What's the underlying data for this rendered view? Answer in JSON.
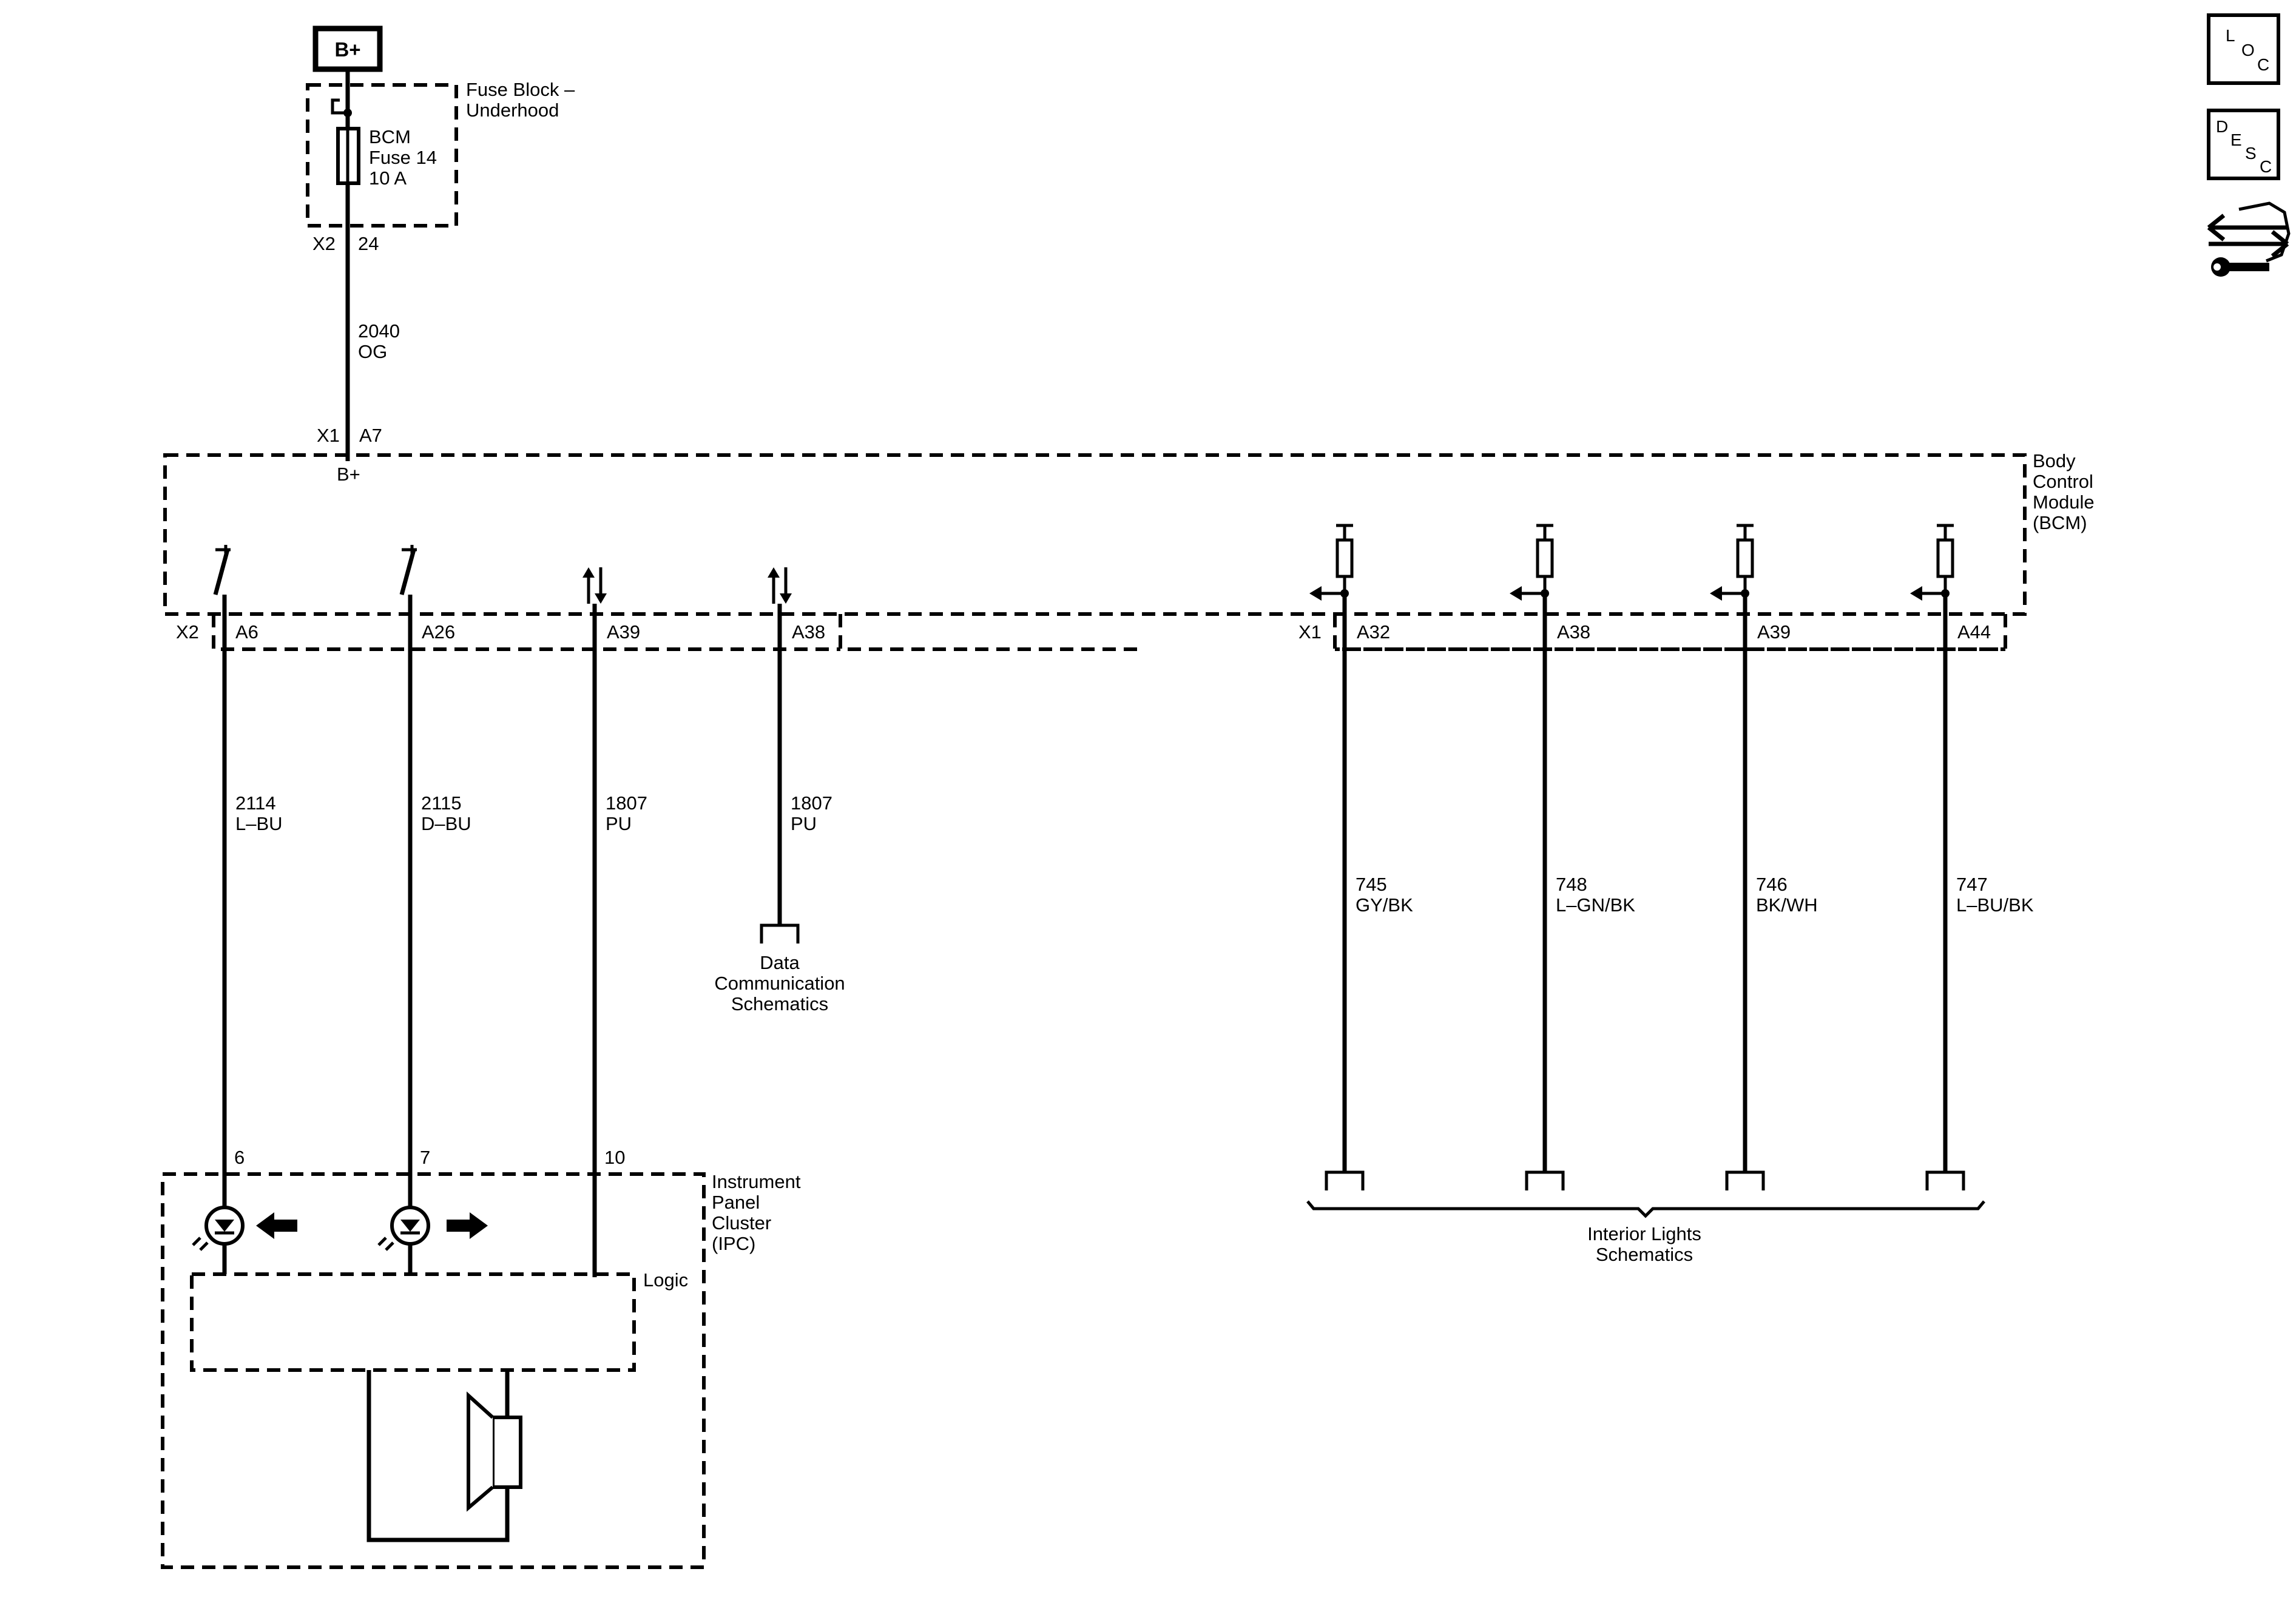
{
  "nav_icons": {
    "loc": {
      "l1": "L",
      "l2": "O",
      "l3": "C"
    },
    "desc": {
      "l1": "D",
      "l2": "E",
      "l3": "S",
      "l4": "C"
    }
  },
  "source": {
    "label": "B+"
  },
  "fuse_block": {
    "title_1": "Fuse Block –",
    "title_2": "Underhood",
    "fuse_1": "BCM",
    "fuse_2": "Fuse 14",
    "fuse_3": "10 A",
    "connector": "X2",
    "pin": "24"
  },
  "wire_2040": {
    "number": "2040",
    "color": "OG"
  },
  "bcm": {
    "title_1": "Body",
    "title_2": "Control",
    "title_3": "Module",
    "title_4": "(BCM)",
    "input_connector": "X1",
    "input_pin": "A7",
    "input_label": "B+",
    "left_connector": "X2",
    "left_pins": [
      "A6",
      "A26",
      "A39",
      "A38"
    ],
    "right_connector": "X1",
    "right_pins": [
      "A32",
      "A38",
      "A39",
      "A44"
    ]
  },
  "wires_left": [
    {
      "number": "2114",
      "color": "L–BU"
    },
    {
      "number": "2115",
      "color": "D–BU"
    },
    {
      "number": "1807",
      "color": "PU"
    },
    {
      "number": "1807",
      "color": "PU"
    }
  ],
  "wires_right": [
    {
      "number": "745",
      "color": "GY/BK"
    },
    {
      "number": "748",
      "color": "L–GN/BK"
    },
    {
      "number": "746",
      "color": "BK/WH"
    },
    {
      "number": "747",
      "color": "L–BU/BK"
    }
  ],
  "data_comm": {
    "l1": "Data",
    "l2": "Communication",
    "l3": "Schematics"
  },
  "interior_lights": {
    "l1": "Interior Lights",
    "l2": "Schematics"
  },
  "ipc": {
    "title_1": "Instrument",
    "title_2": "Panel",
    "title_3": "Cluster",
    "title_4": "(IPC)",
    "pins": [
      "6",
      "7",
      "10"
    ],
    "logic_label": "Logic"
  },
  "colors": {
    "ink": "#000000",
    "background": "#ffffff"
  }
}
